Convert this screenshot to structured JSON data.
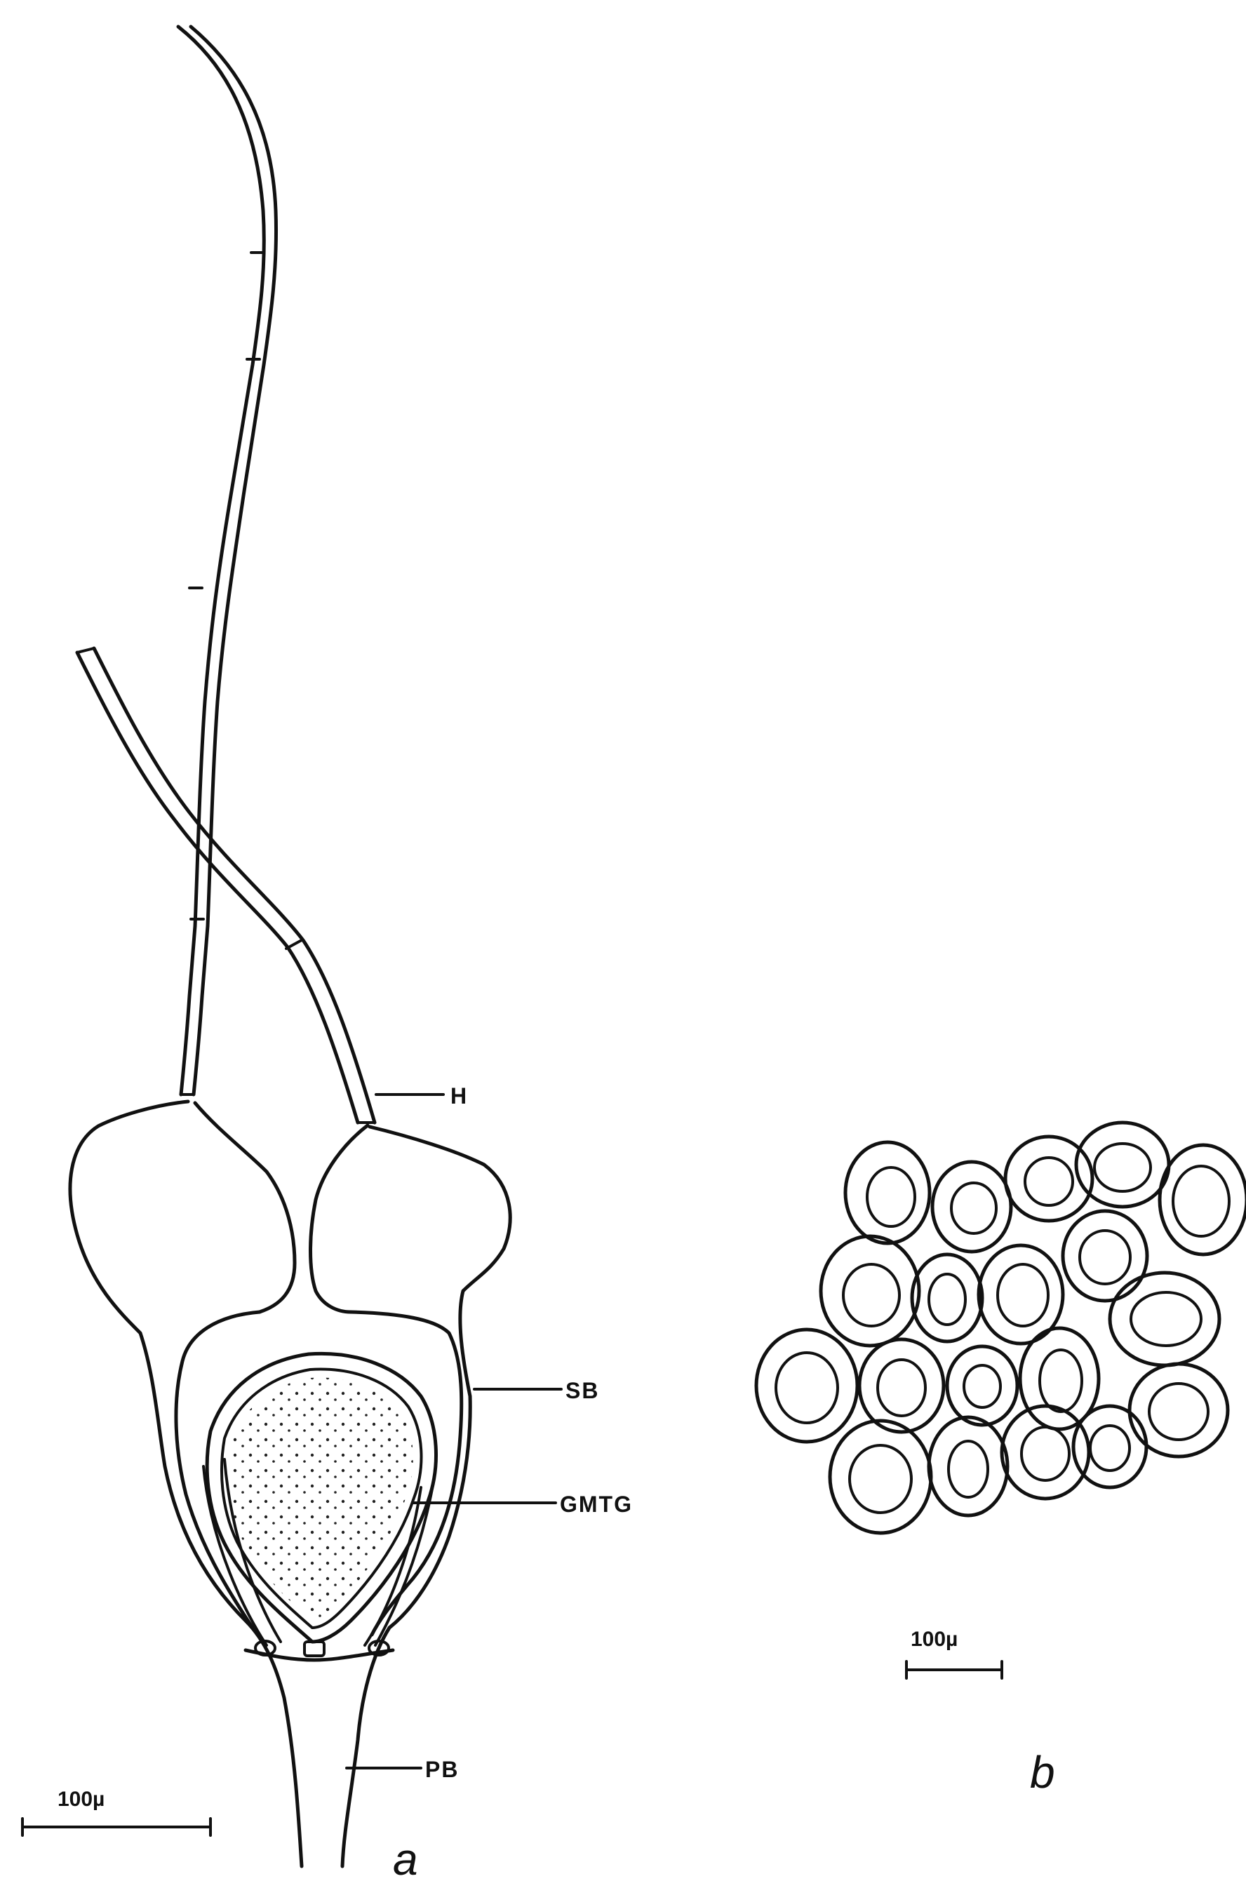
{
  "panel_a": {
    "letter": "a",
    "labels": {
      "H": "H",
      "SB": "SB",
      "GMTG": "GMTG",
      "PB": "PB"
    },
    "scale": "100µ"
  },
  "panel_b": {
    "letter": "b",
    "scale": "100µ"
  }
}
